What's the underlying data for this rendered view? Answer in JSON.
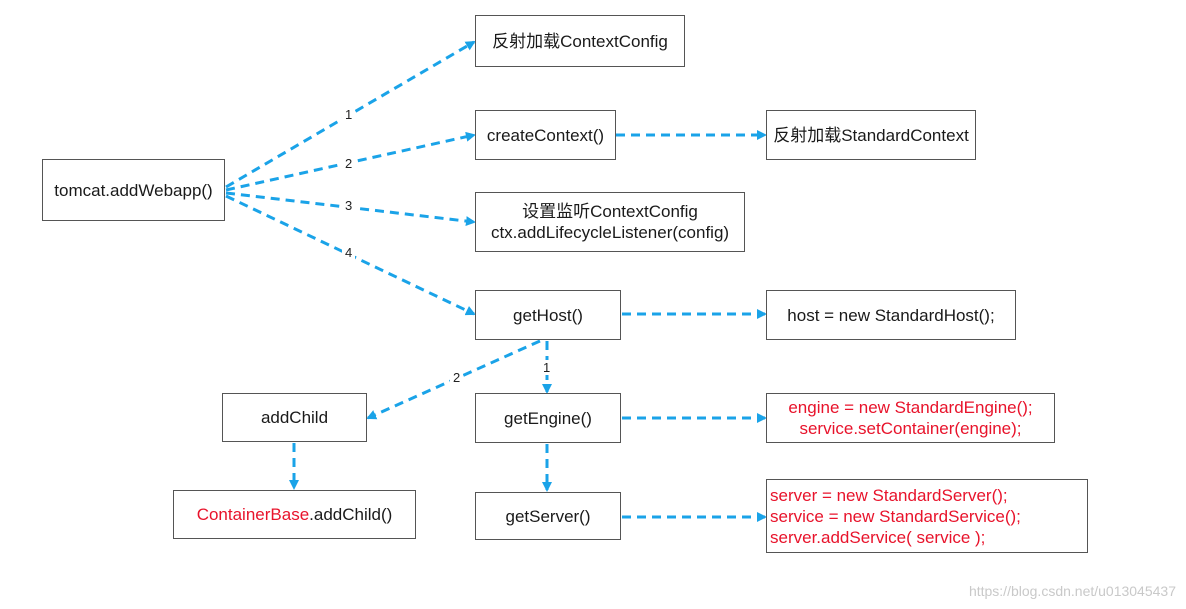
{
  "nodes": {
    "tomcat_add_webapp": "tomcat.addWebapp()",
    "reflect_context_config": "反射加载ContextConfig",
    "create_context": "createContext()",
    "reflect_standard_context": "反射加载StandardContext",
    "set_listener_line1": "设置监听ContextConfig",
    "set_listener_line2": "ctx.addLifecycleListener(config)",
    "get_host": "getHost()",
    "new_host": "host = new StandardHost();",
    "add_child": "addChild",
    "container_base_red": "ContainerBase",
    "container_base_rest": ".addChild()",
    "get_engine": "getEngine()",
    "engine_line1": "engine = new StandardEngine();",
    "engine_line2": "service.setContainer(engine);",
    "get_server": "getServer()",
    "server_line1": "server = new StandardServer();",
    "server_line2": "service = new StandardService();",
    "server_line3": "server.addService( service );"
  },
  "edge_labels": {
    "e1": "1",
    "e2": "2",
    "e3": "3",
    "e4": "4",
    "host_engine": "1",
    "host_child": "2"
  },
  "watermark": "https://blog.csdn.net/u013045437",
  "colors": {
    "arrow": "#1aa3e8",
    "box_border": "#555555",
    "red_text": "#e8132b",
    "text": "#1a1a1a"
  }
}
